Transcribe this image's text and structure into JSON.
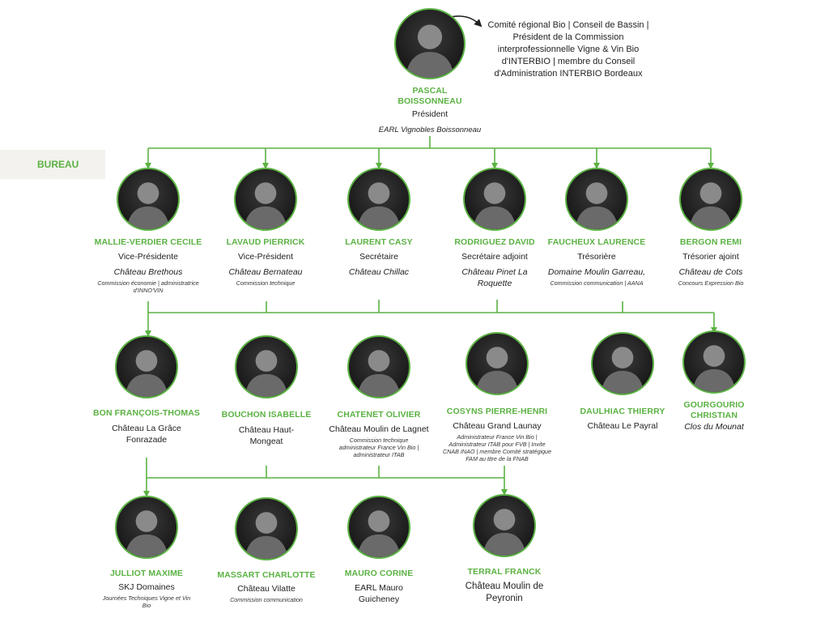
{
  "bureau_label": "BUREAU",
  "accent_color": "#5bb243",
  "president": {
    "name": "PASCAL BOISSONNEAU",
    "role": "Président",
    "org": "EARL Vignobles Boissonneau",
    "note": "Comité régional Bio | Conseil de Bassin | Président de la Commission interprofessionnelle Vigne & Vin Bio d'INTERBIO | membre du Conseil d'Administration INTERBIO Bordeaux"
  },
  "bureau_members": [
    {
      "name": "MALLIE-VERDIER CECILE",
      "role": "Vice-Présidente",
      "org": "Château Brethous",
      "note": "Commission économie | administratrice d'INNO'VIN"
    },
    {
      "name": "LAVAUD PIERRICK",
      "role": "Vice-Président",
      "org": "Château Bernateau",
      "note": "Commission technique"
    },
    {
      "name": "LAURENT CASY",
      "role": "Secrétaire",
      "org": "Château Chillac",
      "note": ""
    },
    {
      "name": "RODRIGUEZ DAVID",
      "role": "Secrétaire adjoint",
      "org": "Château Pinet La Roquette",
      "note": ""
    },
    {
      "name": "FAUCHEUX LAURENCE",
      "role": "Trésorière",
      "org": "Domaine Moulin Garreau,",
      "note": "Commission communication | AANA"
    },
    {
      "name": "BERGON REMI",
      "role": "Trésorier ajoint",
      "org": "Château de Cots",
      "note": "Concours Expression Bio"
    }
  ],
  "members_row1": [
    {
      "name": "BON FRANÇOIS-THOMAS",
      "org": "Château La Grâce Fonrazade",
      "note": ""
    },
    {
      "name": "BOUCHON ISABELLE",
      "org": "Château Haut-Mongeat",
      "note": ""
    },
    {
      "name": "CHATENET OLIVIER",
      "org": "Château Moulin de Lagnet",
      "note": "Commission technique administrateur France Vin Bio | administrateur ITAB"
    },
    {
      "name": "COSYNS PIERRE-HENRI",
      "org": "Château Grand Launay",
      "note": "Administrateur France Vin Bio | Administrateur ITAB pour FVB | Invite CNAB INAO | membre Comité stratégique FAM au titre de la FNAB"
    },
    {
      "name": "DAULHIAC THIERRY",
      "org": "Château Le Payral",
      "note": ""
    },
    {
      "name": "GOURGOURIO CHRISTIAN",
      "org": "Clos du Mounat",
      "note": ""
    }
  ],
  "members_row2": [
    {
      "name": "JULLIOT MAXIME",
      "org": "SKJ Domaines",
      "note": "Journées Techniques Vigne et Vin Bio"
    },
    {
      "name": "MASSART CHARLOTTE",
      "org": "Château Vilatte",
      "note": "Commission communication"
    },
    {
      "name": "MAURO CORINE",
      "org": "EARL Mauro Guicheney",
      "note": ""
    },
    {
      "name": "TERRAL FRANCK",
      "org": "Château Moulin de Peyronin",
      "note": ""
    }
  ]
}
